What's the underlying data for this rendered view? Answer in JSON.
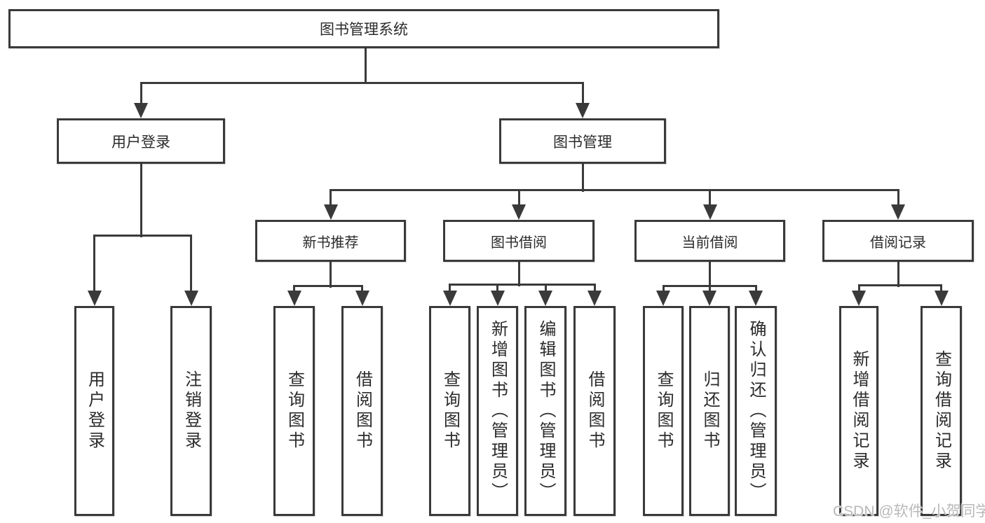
{
  "nodes": {
    "root": "图书管理系统",
    "user_login": "用户登录",
    "book_management": "图书管理",
    "user_login_children": [
      "用户登录",
      "注销登录"
    ],
    "book_modules": [
      "新书推荐",
      "图书借阅",
      "当前借阅",
      "借阅记录"
    ],
    "new_book_children": [
      "查询图书",
      "借阅图书"
    ],
    "borrow_children": [
      "查询图书",
      "新增图书（管理员）",
      "编辑图书（管理员）",
      "借阅图书"
    ],
    "current_children": [
      "查询图书",
      "归还图书",
      "确认归还（管理员）"
    ],
    "record_children": [
      "新增借阅记录",
      "查询借阅记录"
    ]
  },
  "watermark": {
    "text": "CSDN @软件_小贺同学"
  },
  "colors": {
    "line": "#3a3a3a",
    "text": "#2b2b2b",
    "background": "#ffffff",
    "watermark": "#b9b9b9"
  }
}
